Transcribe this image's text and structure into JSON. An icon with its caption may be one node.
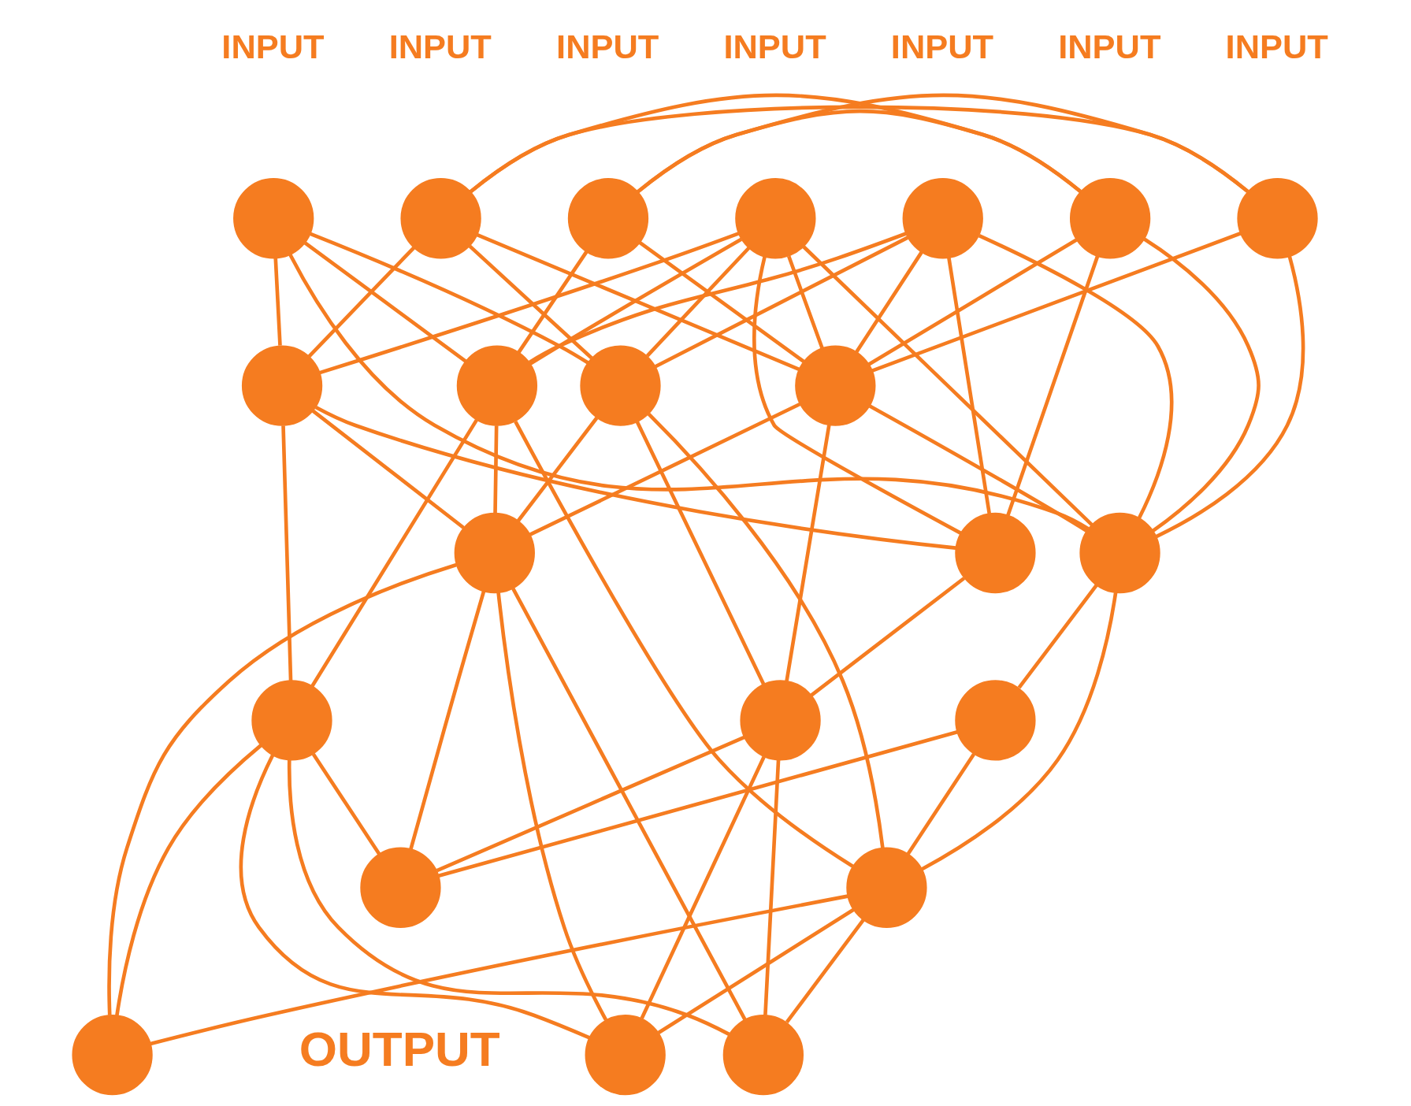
{
  "diagram": {
    "nodes": [
      {
        "text": [],
        "shape": "circle",
        "beside": [
          "INPUT"
        ]
      },
      {
        "text": [],
        "shape": "circle",
        "beside": [
          "INPUT"
        ]
      },
      {
        "text": [],
        "shape": "circle",
        "beside": [
          "INPUT"
        ]
      },
      {
        "text": [],
        "shape": "circle",
        "beside": [
          "INPUT"
        ]
      },
      {
        "text": [],
        "shape": "circle",
        "beside": [
          "INPUT"
        ]
      },
      {
        "text": [],
        "shape": "circle",
        "beside": [
          "INPUT"
        ]
      },
      {
        "text": [],
        "shape": "circle",
        "beside": [
          "INPUT"
        ]
      },
      {
        "text": [],
        "shape": "circle"
      },
      {
        "text": [],
        "shape": "circle"
      },
      {
        "text": [],
        "shape": "circle"
      },
      {
        "text": [],
        "shape": "circle"
      },
      {
        "text": [],
        "shape": "circle"
      },
      {
        "text": [],
        "shape": "circle"
      },
      {
        "text": [],
        "shape": "circle"
      },
      {
        "text": [],
        "shape": "circle"
      },
      {
        "text": [],
        "shape": "circle"
      },
      {
        "text": [],
        "shape": "circle"
      },
      {
        "text": [],
        "shape": "circle"
      },
      {
        "text": [],
        "shape": "circle"
      },
      {
        "text": [],
        "shape": "circle"
      },
      {
        "text": [],
        "shape": "circle"
      },
      {
        "text": [],
        "shape": "circle"
      }
    ],
    "edges": [
      {
        "from": 0,
        "to": 9,
        "arrow": "none"
      },
      {
        "from": 0,
        "to": 7,
        "arrow": "none"
      },
      {
        "from": 0,
        "to": 5,
        "arrow": "none"
      },
      {
        "from": 0,
        "to": 6,
        "arrow": "none"
      },
      {
        "from": 1,
        "to": 9,
        "arrow": "none"
      },
      {
        "from": 1,
        "to": 11,
        "arrow": "none"
      },
      {
        "from": 1,
        "to": 8,
        "arrow": "none"
      },
      {
        "from": 1,
        "to": 5,
        "arrow": "none"
      },
      {
        "from": 1,
        "to": 6,
        "arrow": "none"
      },
      {
        "from": 2,
        "to": 7,
        "arrow": "none"
      },
      {
        "from": 2,
        "to": 11,
        "arrow": "none"
      },
      {
        "from": 2,
        "to": 8,
        "arrow": "none"
      },
      {
        "from": 2,
        "to": 10,
        "arrow": "none"
      },
      {
        "from": 3,
        "to": 8,
        "arrow": "none"
      },
      {
        "from": 3,
        "to": 9,
        "arrow": "none"
      },
      {
        "from": 3,
        "to": 11,
        "arrow": "none"
      },
      {
        "from": 3,
        "to": 10,
        "arrow": "none"
      },
      {
        "from": 3,
        "to": 12,
        "arrow": "none"
      },
      {
        "from": 3,
        "to": 7,
        "arrow": "none"
      },
      {
        "from": 4,
        "to": 9,
        "arrow": "none"
      },
      {
        "from": 4,
        "to": 7,
        "arrow": "none"
      },
      {
        "from": 4,
        "to": 10,
        "arrow": "none"
      },
      {
        "from": 4,
        "to": 8,
        "arrow": "none"
      },
      {
        "from": 4,
        "to": 12,
        "arrow": "none"
      },
      {
        "from": 5,
        "to": 10,
        "arrow": "none"
      },
      {
        "from": 5,
        "to": 9,
        "arrow": "none"
      },
      {
        "from": 5,
        "to": 12,
        "arrow": "none"
      },
      {
        "from": 6,
        "to": 10,
        "arrow": "none"
      },
      {
        "from": 6,
        "to": 9,
        "arrow": "none"
      },
      {
        "from": 7,
        "to": 13,
        "arrow": "none"
      },
      {
        "from": 7,
        "to": 15,
        "arrow": "none"
      },
      {
        "from": 7,
        "to": 17,
        "arrow": "none"
      },
      {
        "from": 8,
        "to": 15,
        "arrow": "none"
      },
      {
        "from": 8,
        "to": 14,
        "arrow": "none"
      },
      {
        "from": 8,
        "to": 17,
        "arrow": "none"
      },
      {
        "from": 9,
        "to": 14,
        "arrow": "none"
      },
      {
        "from": 9,
        "to": 15,
        "arrow": "none"
      },
      {
        "from": 9,
        "to": 10,
        "arrow": "none"
      },
      {
        "from": 10,
        "to": 16,
        "arrow": "none"
      },
      {
        "from": 10,
        "to": 17,
        "arrow": "none"
      },
      {
        "from": 11,
        "to": 13,
        "arrow": "none"
      },
      {
        "from": 11,
        "to": 12,
        "arrow": "none"
      },
      {
        "from": 11,
        "to": 15,
        "arrow": "none"
      },
      {
        "from": 12,
        "to": 14,
        "arrow": "none"
      },
      {
        "from": 13,
        "to": 18,
        "arrow": "none"
      },
      {
        "from": 13,
        "to": 19,
        "arrow": "none"
      },
      {
        "from": 13,
        "to": 20,
        "arrow": "none"
      },
      {
        "from": 13,
        "to": 21,
        "arrow": "none"
      },
      {
        "from": 14,
        "to": 19,
        "arrow": "none"
      },
      {
        "from": 14,
        "to": 20,
        "arrow": "none"
      },
      {
        "from": 14,
        "to": 21,
        "arrow": "none"
      },
      {
        "from": 15,
        "to": 18,
        "arrow": "none"
      },
      {
        "from": 15,
        "to": 19,
        "arrow": "none"
      },
      {
        "from": 15,
        "to": 20,
        "arrow": "none"
      },
      {
        "from": 15,
        "to": 21,
        "arrow": "none"
      },
      {
        "from": 16,
        "to": 17,
        "arrow": "none"
      },
      {
        "from": 16,
        "to": 20,
        "arrow": "none"
      },
      {
        "from": 17,
        "to": 18,
        "arrow": "none"
      },
      {
        "from": 17,
        "to": 19,
        "arrow": "none"
      },
      {
        "from": 17,
        "to": 21,
        "arrow": "none"
      }
    ],
    "labels": [
      "OUTPUT"
    ]
  }
}
